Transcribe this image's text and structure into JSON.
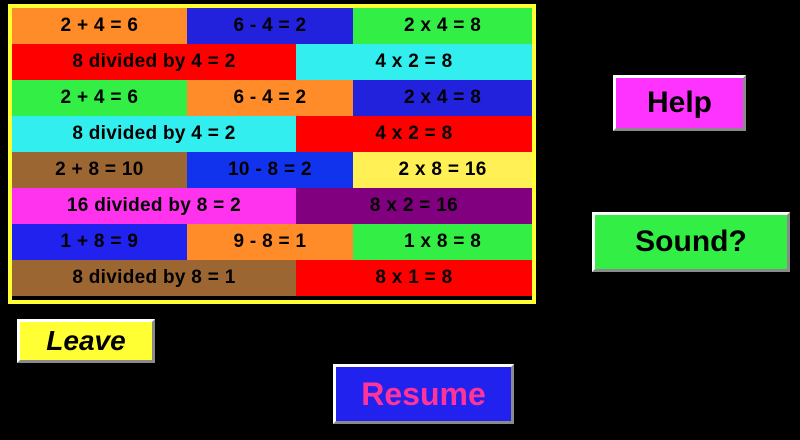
{
  "app": {
    "background_color": "#000000"
  },
  "fact_grid": {
    "border_color": "#FFFF33",
    "rows": [
      {
        "layout": "triple",
        "cells": [
          {
            "text": "2 + 4 = 6",
            "color": "#FF8C28"
          },
          {
            "text": "6 - 4 = 2",
            "color": "#2222DD"
          },
          {
            "text": "2 x 4 = 8",
            "color": "#33EE44"
          }
        ]
      },
      {
        "layout": "double",
        "cells": [
          {
            "text": "8 divided by 4 = 2",
            "color": "#FF0000"
          },
          {
            "text": "4 x 2 = 8",
            "color": "#33EEEE"
          }
        ]
      },
      {
        "layout": "triple",
        "cells": [
          {
            "text": "2 + 4 = 6",
            "color": "#33EE44"
          },
          {
            "text": "6 - 4 = 2",
            "color": "#FF8C28"
          },
          {
            "text": "2 x 4 = 8",
            "color": "#2222DD"
          }
        ]
      },
      {
        "layout": "double",
        "cells": [
          {
            "text": "8 divided by 4 = 2",
            "color": "#33EEEE"
          },
          {
            "text": "4 x 2 = 8",
            "color": "#FF0000"
          }
        ]
      },
      {
        "layout": "triple",
        "cells": [
          {
            "text": "2 + 8 = 10",
            "color": "#9C6633"
          },
          {
            "text": "10 - 8 = 2",
            "color": "#1133EE"
          },
          {
            "text": "2 x 8 = 16",
            "color": "#FFF055"
          }
        ]
      },
      {
        "layout": "double",
        "cells": [
          {
            "text": "16 divided by 8 = 2",
            "color": "#FF33EE"
          },
          {
            "text": "8 x 2 = 16",
            "color": "#800080"
          }
        ]
      },
      {
        "layout": "triple",
        "cells": [
          {
            "text": "1 + 8 = 9",
            "color": "#2222EE"
          },
          {
            "text": "9 - 8 = 1",
            "color": "#FF8C28"
          },
          {
            "text": "1 x 8 = 8",
            "color": "#33EE44"
          }
        ]
      },
      {
        "layout": "double",
        "cells": [
          {
            "text": "8 divided by 8 = 1",
            "color": "#9C6633"
          },
          {
            "text": "8 x 1 = 8",
            "color": "#FF0000"
          }
        ]
      }
    ]
  },
  "buttons": {
    "help": {
      "label": "Help",
      "background": "#FF33FF",
      "text_color": "#000000"
    },
    "sound": {
      "label": "Sound?",
      "background": "#33EE44",
      "text_color": "#000000"
    },
    "leave": {
      "label": "Leave",
      "background": "#FFFF33",
      "text_color": "#000000"
    },
    "resume": {
      "label": "Resume",
      "background": "#2222EE",
      "text_color": "#FF3399"
    }
  }
}
